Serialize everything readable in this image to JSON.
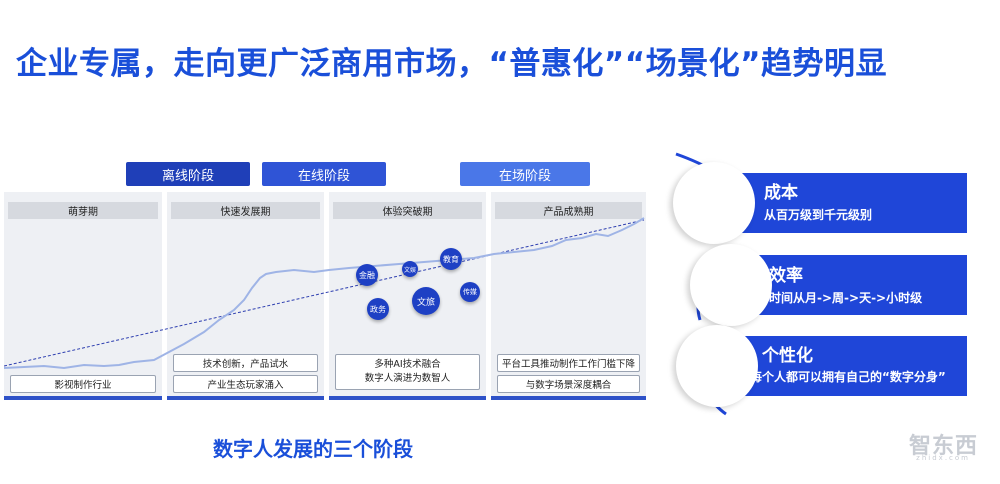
{
  "title": "企业专属，走向更广泛商用市场，“普惠化”“场景化”趋势明显",
  "stages": [
    "离线阶段",
    "在线阶段",
    "在场阶段"
  ],
  "periods": [
    {
      "name": "萌芽期",
      "boxes": [
        "影视制作行业"
      ]
    },
    {
      "name": "快速发展期",
      "boxes": [
        "技术创新，产品试水",
        "产业生态玩家涌入"
      ]
    },
    {
      "name": "体验突破期",
      "boxes": [
        "多种AI技术融合\n数字人演进为数智人"
      ]
    },
    {
      "name": "产品成熟期",
      "boxes": [
        "平台工具推动制作工作门槛下降",
        "与数字场景深度耦合"
      ]
    }
  ],
  "bubbles": [
    "金融",
    "文娱",
    "教育",
    "政务",
    "文旅",
    "传媒"
  ],
  "subtitle": "数字人发展的三个阶段",
  "trends": [
    {
      "title": "成本",
      "desc": "从百万级到千元级别"
    },
    {
      "title": "效率",
      "desc": "时间从月->周->天->小时级"
    },
    {
      "title": "个性化",
      "desc": "每个人都可以拥有自己的“数字分身”"
    }
  ],
  "logo": "智东西",
  "logo_sub": "zhidx.com",
  "colors": {
    "accent": "#1a4fd9",
    "bar": "#1f46d8"
  }
}
